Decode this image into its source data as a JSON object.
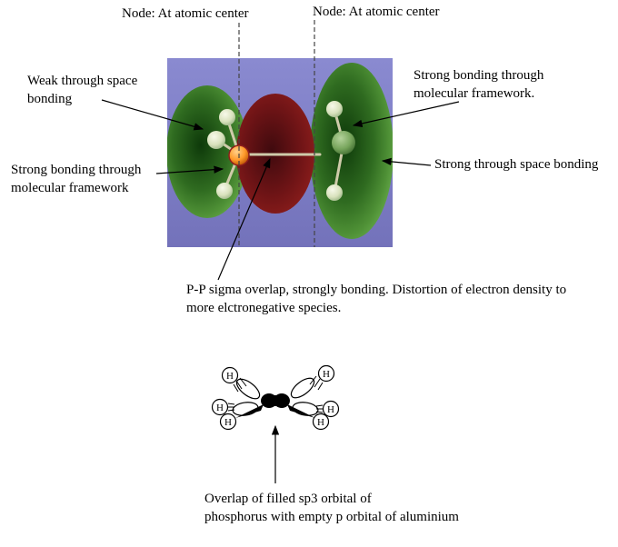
{
  "figure_top": {
    "node_label_left": "Node: At atomic center",
    "node_label_right": "Node: At atomic center",
    "annotation_weak_space": "Weak through space\nbonding",
    "annotation_strong_framework_left": "Strong bonding through\nmolecular framework",
    "annotation_strong_framework_right": "Strong bonding through\nmolecular framework.",
    "annotation_strong_space": "Strong through space bonding",
    "annotation_sigma": "P-P sigma overlap, strongly bonding. Distortion of electron density to\nmore elctronegative species.",
    "colors": {
      "render_background": "#7e7ec6",
      "lobe_green_dark": "#0e3a0a",
      "lobe_green_light": "#5ea144",
      "lobe_red_dark": "#3f0a0e",
      "lobe_red_light": "#8e1e1c",
      "atom_sphere_light": "#f4f7e6",
      "atom_sphere_shade": "#9cb687",
      "atom_green": "#4a7a35",
      "atom_orange": "#ff9a2a",
      "atom_orange_shade": "#b34a00",
      "bond_stick": "#cfcbaa"
    }
  },
  "figure_bottom": {
    "h_label": "H",
    "caption": "Overlap of filled sp3 orbital of\nphosphorus with empty p orbital of aluminium"
  }
}
